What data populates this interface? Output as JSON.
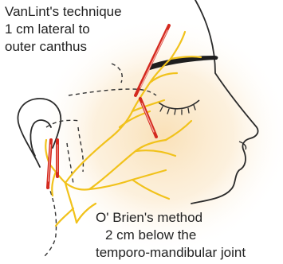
{
  "annotations": {
    "vanlint": {
      "line1": "VanLint's technique",
      "line2": "1 cm lateral to",
      "line3": "outer canthus"
    },
    "obrien": {
      "line1": "O' Brien's method",
      "line2": "2  cm below the",
      "line3": "temporo-mandibular joint"
    }
  },
  "colors": {
    "nerve": "#f1c21b",
    "needle": "#d42a1f",
    "needle_highlight": "#f6b2aa",
    "outline": "#2b2b2b",
    "skin_glow": "#f9dfb4",
    "dashed": "#333333",
    "label_text": "#222222"
  }
}
